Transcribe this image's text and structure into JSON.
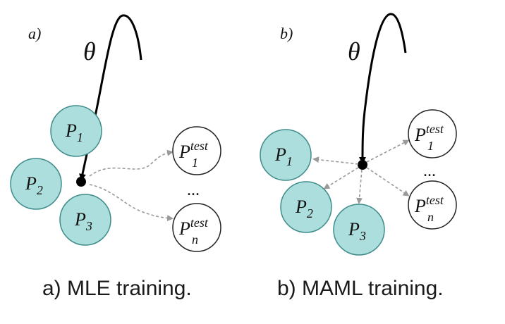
{
  "panels": [
    {
      "id": "a",
      "tag": "a)",
      "theta": "θ",
      "caption": "a) MLE training.",
      "train_tasks": [
        {
          "base": "P",
          "sub": "1"
        },
        {
          "base": "P",
          "sub": "2"
        },
        {
          "base": "P",
          "sub": "3"
        }
      ],
      "test_tasks": [
        {
          "base": "P",
          "sup": "test",
          "sub": "1"
        },
        {
          "base": "P",
          "sup": "test",
          "sub": "n"
        }
      ],
      "ellipsis": "..."
    },
    {
      "id": "b",
      "tag": "b)",
      "theta": "θ",
      "caption": "b) MAML training.",
      "train_tasks": [
        {
          "base": "P",
          "sub": "1"
        },
        {
          "base": "P",
          "sub": "2"
        },
        {
          "base": "P",
          "sub": "3"
        }
      ],
      "test_tasks": [
        {
          "base": "P",
          "sup": "test",
          "sub": "1"
        },
        {
          "base": "P",
          "sup": "test",
          "sub": "n"
        }
      ],
      "ellipsis": "..."
    }
  ],
  "colors": {
    "train_fill": "#acdedd",
    "train_stroke": "#3f8c8a",
    "test_fill": "#ffffff",
    "test_stroke": "#222222",
    "arrow_dashed": "#9a9a9a",
    "path": "#000000"
  }
}
